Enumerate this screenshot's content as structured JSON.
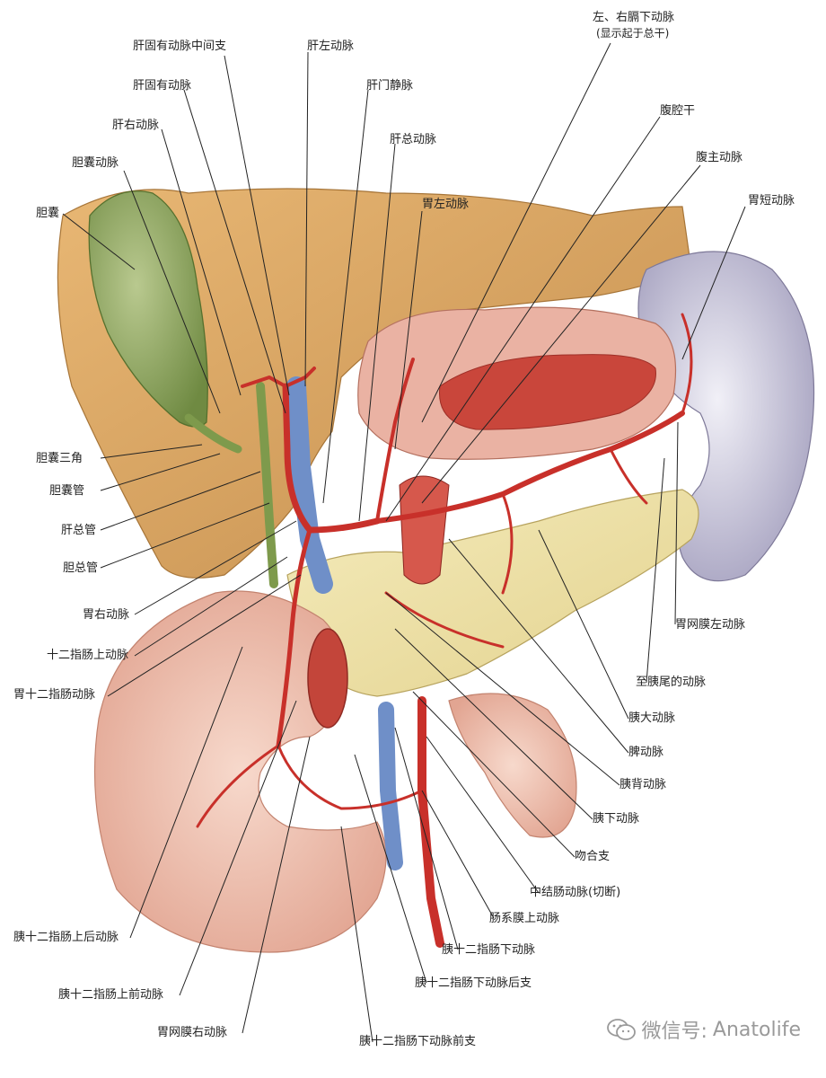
{
  "labels": {
    "hepatic_middle_branch": "肝固有动脉中间支",
    "left_hepatic_artery": "肝左动脉",
    "inferior_phrenic_line1": "左、右膈下动脉",
    "inferior_phrenic_line2": "(显示起于总干)",
    "proper_hepatic_artery": "肝固有动脉",
    "hepatic_portal_vein": "肝门静脉",
    "right_hepatic_artery": "肝右动脉",
    "celiac_trunk": "腹腔干",
    "common_hepatic_artery": "肝总动脉",
    "cystic_artery": "胆囊动脉",
    "abdominal_aorta": "腹主动脉",
    "gallbladder": "胆囊",
    "left_gastric_artery": "胃左动脉",
    "short_gastric_artery": "胃短动脉",
    "cystic_triangle": "胆囊三角",
    "cystic_duct": "胆囊管",
    "common_hepatic_duct": "肝总管",
    "common_bile_duct": "胆总管",
    "right_gastric_artery": "胃右动脉",
    "supraduodenal_artery": "十二指肠上动脉",
    "gastroduodenal_artery": "胃十二指肠动脉",
    "left_gastroepiploic_artery": "胃网膜左动脉",
    "to_pancreatic_tail": "至胰尾的动脉",
    "great_pancreatic_artery": "胰大动脉",
    "splenic_artery": "脾动脉",
    "dorsal_pancreatic_artery": "胰背动脉",
    "inferior_pancreatic_artery": "胰下动脉",
    "anastomotic_branch": "吻合支",
    "middle_colic_artery": "中结肠动脉(切断)",
    "superior_mesenteric_artery": "肠系膜上动脉",
    "inferior_pancreaticoduodenal_artery": "胰十二指肠下动脉",
    "sup_post_pancreaticoduodenal": "胰十二指肠上后动脉",
    "inf_pd_posterior_branch": "胰十二指肠下动脉后支",
    "sup_ant_pancreaticoduodenal": "胰十二指肠上前动脉",
    "right_gastroepiploic_artery": "胃网膜右动脉",
    "inf_pd_anterior_branch": "胰十二指肠下动脉前支"
  },
  "watermark": {
    "prefix": "微信号:",
    "handle": "Anatolife",
    "icon": "wechat-icon"
  },
  "colors": {
    "artery": "#c8302a",
    "vein": "#6f8fc8",
    "bile": "#8aa35a",
    "gallbladder": "#9bb06f",
    "liver": "#d9a566",
    "pancreas": "#efe3a6",
    "duodenum": "#f1c4b5",
    "spleen": "#c9c6d9",
    "stomach": "#e9a99a"
  }
}
